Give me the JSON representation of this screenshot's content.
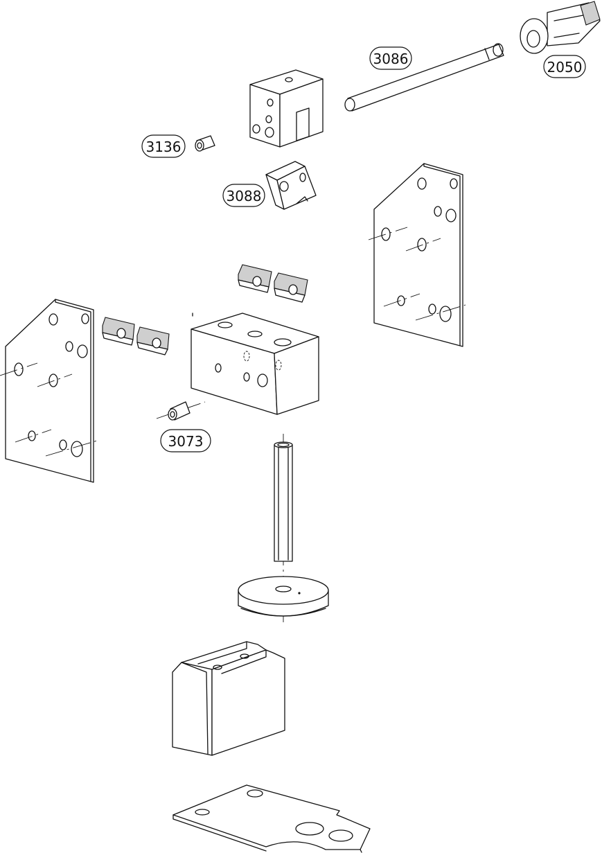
{
  "callouts": [
    {
      "id": "c3086",
      "label": "3086"
    },
    {
      "id": "c2050",
      "label": "2050"
    },
    {
      "id": "c3136",
      "label": "3136"
    },
    {
      "id": "c3088",
      "label": "3088"
    },
    {
      "id": "c3073",
      "label": "3073"
    }
  ]
}
